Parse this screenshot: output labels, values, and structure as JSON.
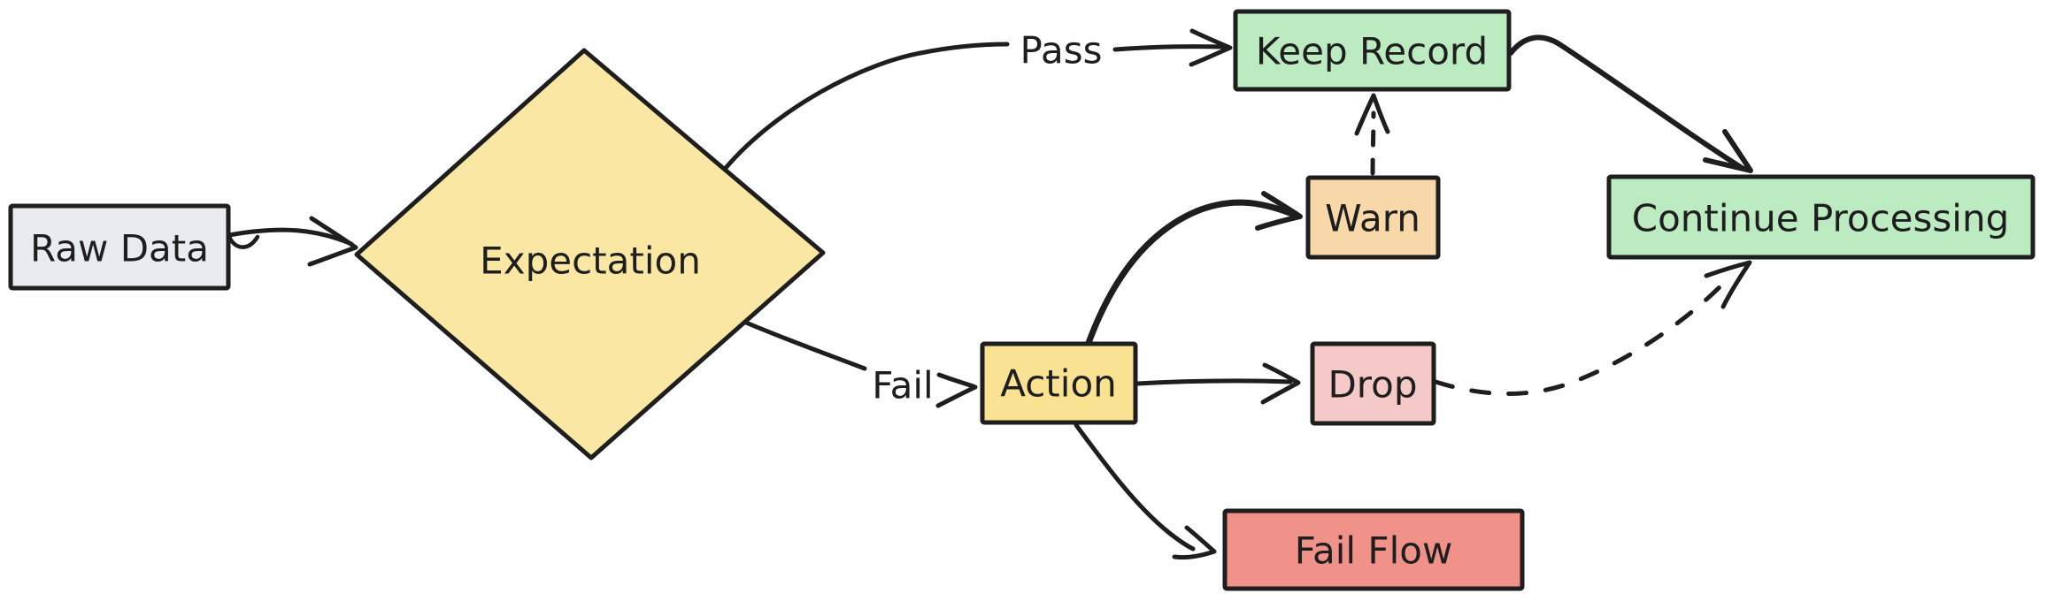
{
  "diagram": {
    "background_color": "#ffffff",
    "stroke_color": "#1e1e1e",
    "nodes": [
      {
        "id": "raw-data",
        "label": "Raw Data",
        "shape": "rectangle",
        "fill": "#e9ecef"
      },
      {
        "id": "expectation",
        "label": "Expectation",
        "shape": "diamond",
        "fill": "#f9e7a3"
      },
      {
        "id": "keep-record",
        "label": "Keep Record",
        "shape": "rectangle",
        "fill": "#bceac1"
      },
      {
        "id": "warn",
        "label": "Warn",
        "shape": "rectangle",
        "fill": "#f8d7a8"
      },
      {
        "id": "action",
        "label": "Action",
        "shape": "rectangle",
        "fill": "#f9e291"
      },
      {
        "id": "drop",
        "label": "Drop",
        "shape": "rectangle",
        "fill": "#f5c9c8"
      },
      {
        "id": "fail-flow",
        "label": "Fail Flow",
        "shape": "rectangle",
        "fill": "#f0918a"
      },
      {
        "id": "continue-processing",
        "label": "Continue Processing",
        "shape": "rectangle",
        "fill": "#bceac1"
      }
    ],
    "edges": [
      {
        "from": "raw-data",
        "to": "expectation",
        "label": "",
        "style": "solid"
      },
      {
        "from": "expectation",
        "to": "keep-record",
        "label": "Pass",
        "style": "solid"
      },
      {
        "from": "expectation",
        "to": "action",
        "label": "Fail",
        "style": "solid"
      },
      {
        "from": "action",
        "to": "warn",
        "label": "",
        "style": "solid"
      },
      {
        "from": "action",
        "to": "drop",
        "label": "",
        "style": "solid"
      },
      {
        "from": "action",
        "to": "fail-flow",
        "label": "",
        "style": "solid"
      },
      {
        "from": "warn",
        "to": "keep-record",
        "label": "",
        "style": "dashed"
      },
      {
        "from": "keep-record",
        "to": "continue-processing",
        "label": "",
        "style": "solid"
      },
      {
        "from": "drop",
        "to": "continue-processing",
        "label": "",
        "style": "dashed"
      }
    ]
  }
}
